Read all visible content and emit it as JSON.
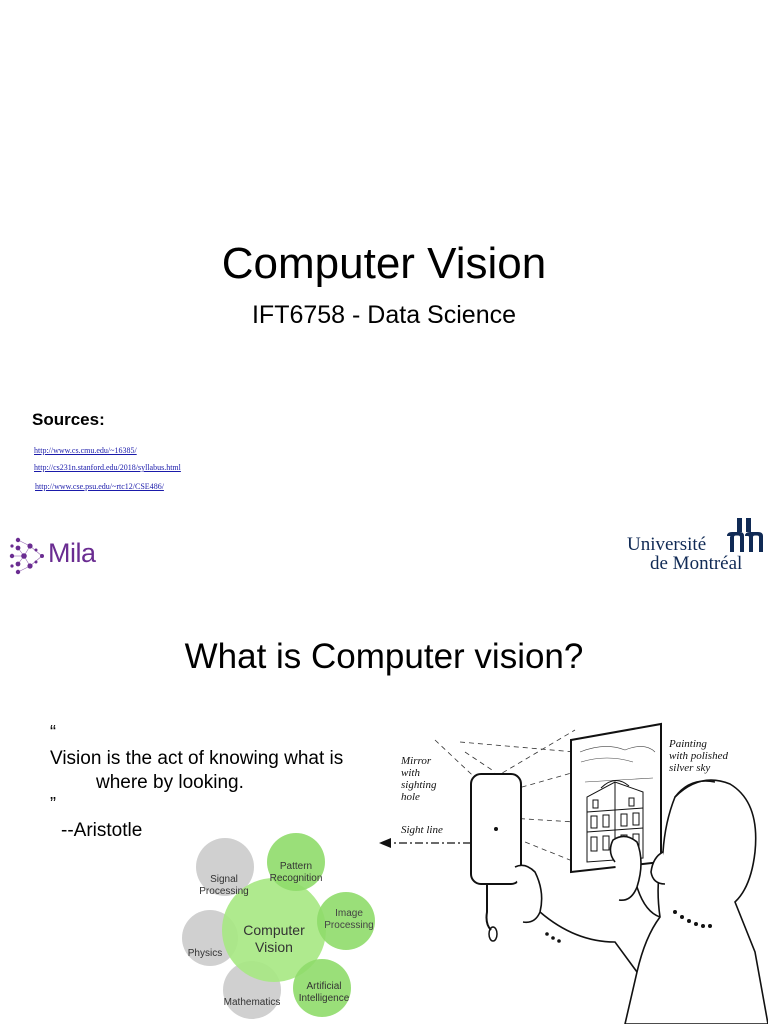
{
  "slide1": {
    "title": "Computer Vision",
    "subtitle": "IFT6758 - Data Science",
    "sources_label": "Sources:",
    "sources": [
      "http://www.cs.cmu.edu/~16385/",
      "http://cs231n.stanford.edu/2018/syllabus.html",
      "http://www.cse.psu.edu/~rtc12/CSE486/"
    ],
    "logos": {
      "mila": "Mila",
      "udem_line1": "Université",
      "udem_line2": "de Montréal"
    },
    "colors": {
      "mila": "#6a2c91",
      "udem": "#102a55",
      "link": "#1a1aaa"
    }
  },
  "slide2": {
    "title": "What is Computer vision?",
    "quote_open": "“",
    "quote_line1": "Vision is the act of knowing what is",
    "quote_line2": "where by looking.",
    "quote_close": "”",
    "quote_author": "--Aristotle",
    "venn": {
      "center": [
        "Computer",
        "Vision"
      ],
      "pattern": [
        "Pattern",
        "Recognition"
      ],
      "image": [
        "Image",
        "Processing"
      ],
      "ai": [
        "Artificial",
        "Intelligence"
      ],
      "math": "Mathematics",
      "physics": "Physics",
      "signal": [
        "Signal",
        "Processing"
      ],
      "colors": {
        "green": "#8fdc6a",
        "center": "#a6e882",
        "gray": "#c8c8c8"
      }
    },
    "illustration": {
      "mirror_label": [
        "Mirror",
        "with",
        "sighting",
        "hole"
      ],
      "sight_line_label": "Sight line",
      "painting_label": [
        "Painting",
        "with polished",
        "silver sky"
      ]
    }
  }
}
